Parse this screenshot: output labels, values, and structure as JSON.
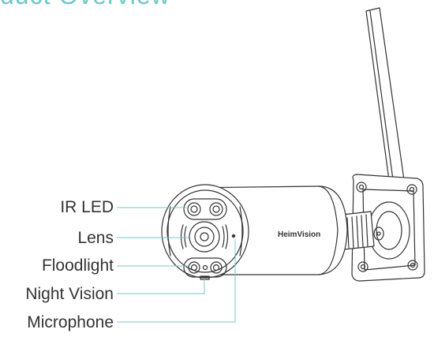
{
  "header": {
    "title_fragment": "duct Overview"
  },
  "camera": {
    "brand": "HeimVision"
  },
  "callouts": [
    {
      "label": "IR LED"
    },
    {
      "label": "Lens"
    },
    {
      "label": "Floodlight"
    },
    {
      "label": "Night Vision"
    },
    {
      "label": "Microphone"
    }
  ],
  "colors": {
    "leader_line": "#7cc4c6",
    "outline": "#333333",
    "title": "#6ec8c8"
  }
}
